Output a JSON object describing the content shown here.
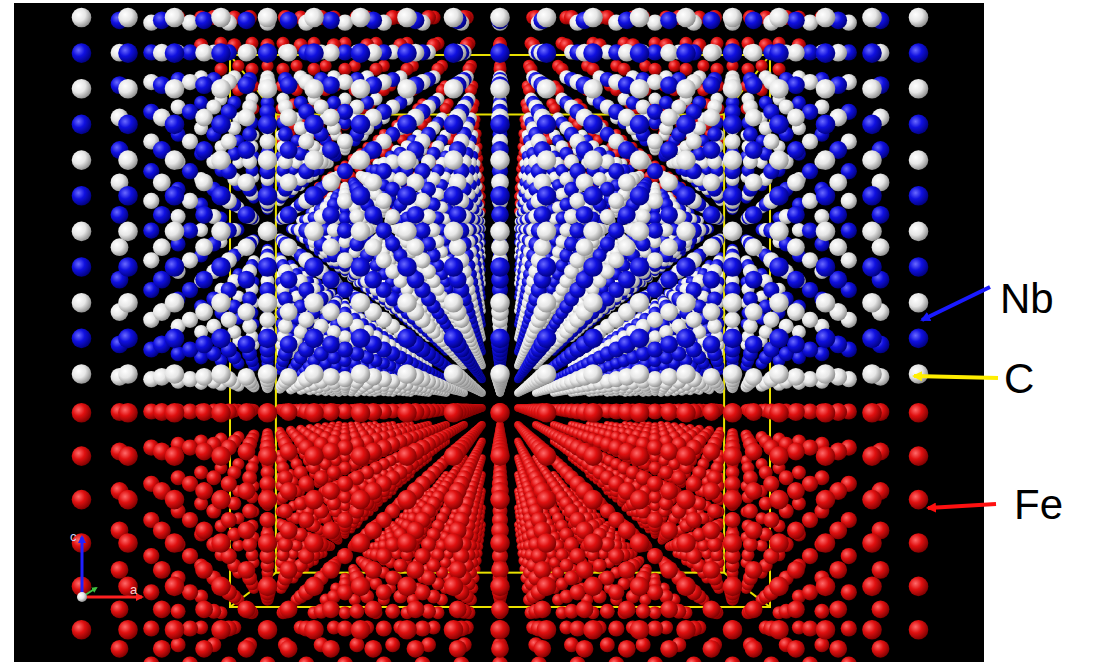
{
  "diagram": {
    "labels": [
      "Nb",
      "C",
      "Fe",
      "c",
      "a"
    ]
  }
}
